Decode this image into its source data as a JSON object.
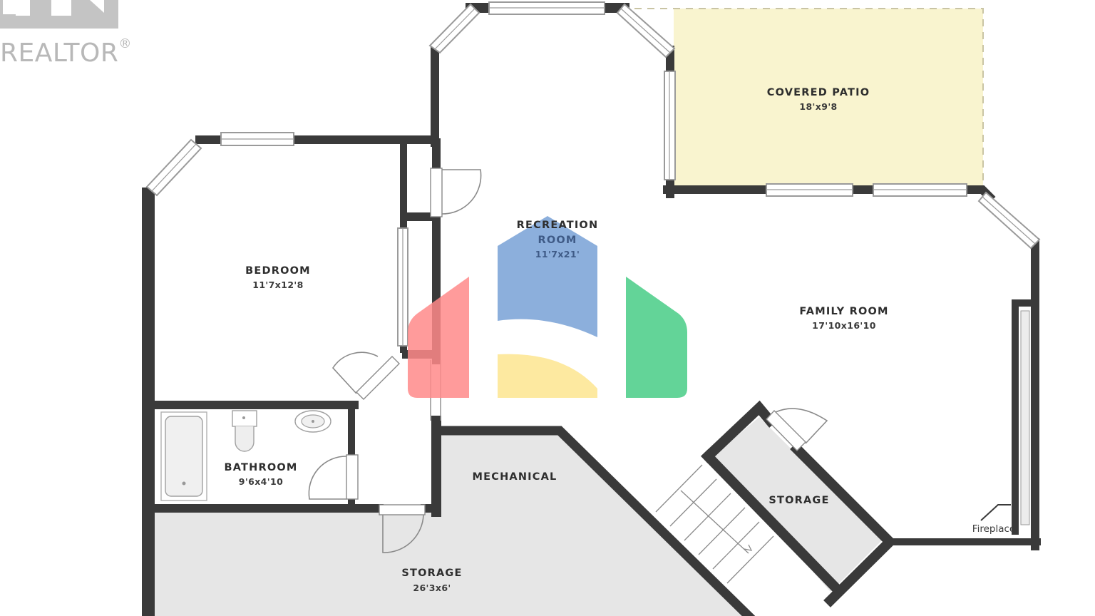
{
  "watermark": {
    "brand_text": "REALTOR",
    "brand_mark": "®",
    "logo_icon": "realtor-logo-icon",
    "colors": {
      "logo_gray": "#b8b8b8"
    }
  },
  "floor_plan": {
    "rooms": [
      {
        "id": "covered-patio",
        "name": "COVERED PATIO",
        "dimensions": "18'x9'8",
        "fill": "#f9f4cf"
      },
      {
        "id": "recreation-room",
        "name_line1": "RECREATION",
        "name_line2": "ROOM",
        "dimensions": "11'7x21'",
        "fill": "#ffffff"
      },
      {
        "id": "bedroom",
        "name": "BEDROOM",
        "dimensions": "11'7x12'8",
        "fill": "#ffffff"
      },
      {
        "id": "family-room",
        "name": "FAMILY ROOM",
        "dimensions": "17'10x16'10",
        "fill": "#ffffff"
      },
      {
        "id": "bathroom",
        "name": "BATHROOM",
        "dimensions": "9'6x4'10",
        "fill": "#ffffff"
      },
      {
        "id": "mechanical",
        "name": "MECHANICAL",
        "fill": "#e6e6e6"
      },
      {
        "id": "storage-stair",
        "name": "STORAGE",
        "fill": "#e6e6e6"
      },
      {
        "id": "storage-main",
        "name": "STORAGE",
        "dimensions": "26'3x6'",
        "fill": "#e6e6e6"
      }
    ],
    "fixtures": {
      "fireplace_label": "Fireplace",
      "bathtub_icon": "bathtub-icon",
      "toilet_icon": "toilet-icon",
      "sink_icon": "sink-icon",
      "stairs_icon": "stairs-icon"
    },
    "colors": {
      "wall": "#3a3a3a",
      "patio": "#f9f4cf",
      "utility": "#e6e6e6"
    }
  },
  "overlay_logo": {
    "icon": "brand-house-logo-icon",
    "colors": {
      "red": "#ff8a8a",
      "blue": "#7fa6d8",
      "yellow": "#fde9a0",
      "green": "#63d498"
    }
  }
}
